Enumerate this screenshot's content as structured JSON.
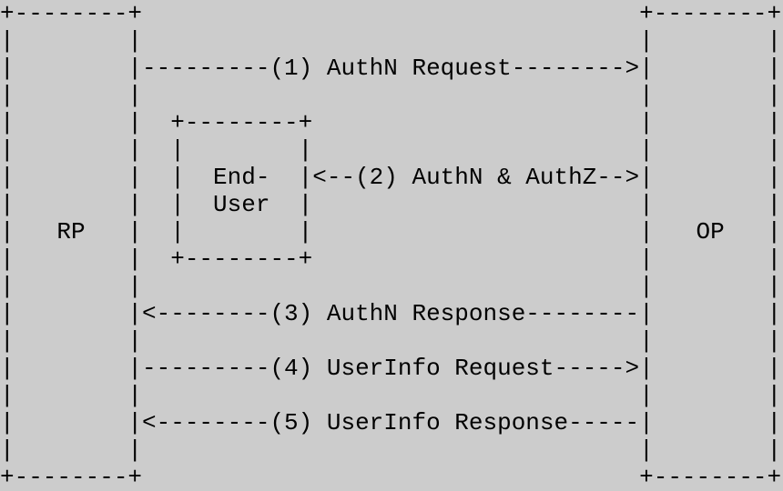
{
  "diagram": {
    "lines": [
      "+--------+                                   +--------+",
      "|        |                                   |        |",
      "|        |---------(1) AuthN Request-------->|        |",
      "|        |                                   |        |",
      "|        |  +--------+                       |        |",
      "|        |  |        |                       |        |",
      "|        |  |  End-  |<--(2) AuthN & AuthZ-->|        |",
      "|        |  |  User  |                       |        |",
      "|   RP   |  |        |                       |   OP   |",
      "|        |  +--------+                       |        |",
      "|        |                                   |        |",
      "|        |<--------(3) AuthN Response--------|        |",
      "|        |                                   |        |",
      "|        |---------(4) UserInfo Request----->|        |",
      "|        |                                   |        |",
      "|        |<--------(5) UserInfo Response-----|        |",
      "|        |                                   |        |",
      "+--------+                                   +--------+"
    ]
  }
}
